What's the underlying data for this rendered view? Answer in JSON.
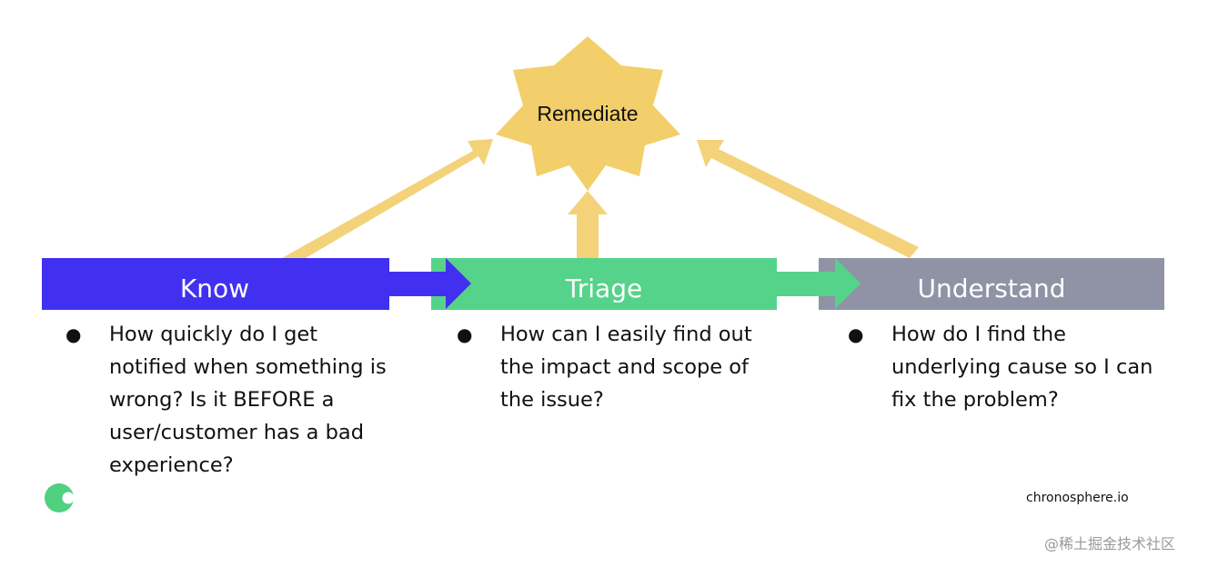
{
  "diagram": {
    "center": {
      "label": "Remediate",
      "color": "#f3cf6b"
    },
    "arrow_color": "#f3d27a",
    "stages": [
      {
        "label": "Know",
        "color": "#4230f0",
        "question": "How quickly do I get notified when something is wrong? Is it BEFORE a user/customer has a bad experience?"
      },
      {
        "label": "Triage",
        "color": "#55d38a",
        "question": "How can I easily find out the impact and scope of the issue?"
      },
      {
        "label": "Understand",
        "color": "#8f93a5",
        "question": "How do I find the underlying cause so I can fix the problem?"
      }
    ],
    "bullet_glyph": "●"
  },
  "footer": {
    "brand": "chronosphere.io",
    "logo_icon": "chronosphere-logo-icon",
    "logo_color": "#4fd17f",
    "watermark": "@稀土掘金技术社区"
  }
}
